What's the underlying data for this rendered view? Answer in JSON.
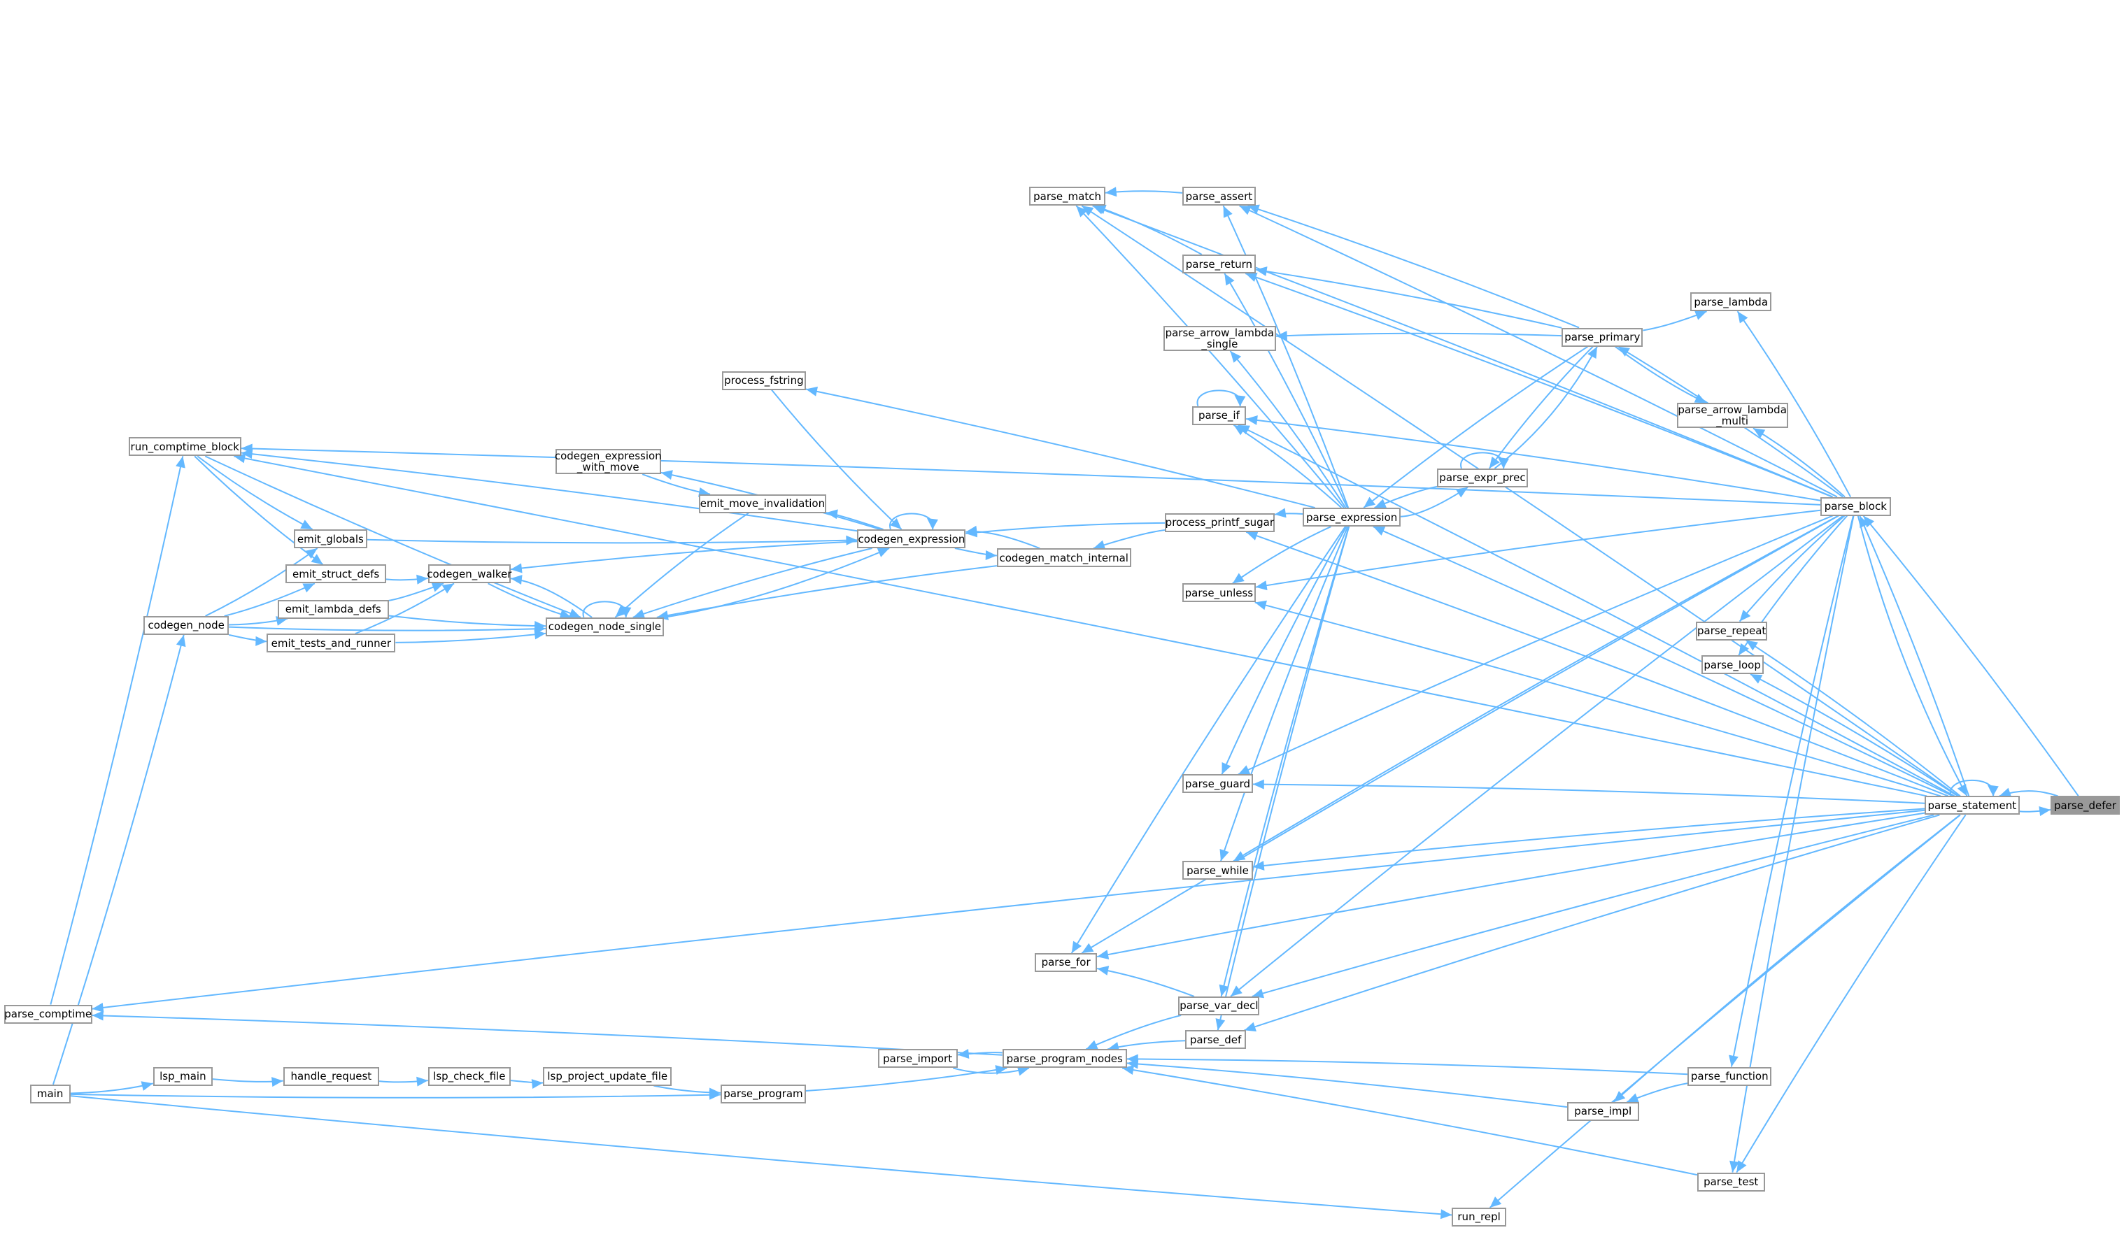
{
  "diagram": {
    "type": "caller-graph",
    "current_node": "parse_defer",
    "colors": {
      "edge": "#63b8ff",
      "node_border": "#999999",
      "current_fill": "#999999"
    },
    "nodes": [
      {
        "id": "parse_defer",
        "label": "parse_defer"
      },
      {
        "id": "parse_statement",
        "label": "parse_statement"
      },
      {
        "id": "parse_block",
        "label": "parse_block"
      },
      {
        "id": "parse_repeat",
        "label": "parse_repeat"
      },
      {
        "id": "parse_loop",
        "label": "parse_loop"
      },
      {
        "id": "parse_lambda",
        "label": "parse_lambda"
      },
      {
        "id": "parse_arrow_lambda_multi",
        "label": "parse_arrow_lambda\n_multi"
      },
      {
        "id": "parse_primary",
        "label": "parse_primary"
      },
      {
        "id": "parse_function",
        "label": "parse_function"
      },
      {
        "id": "parse_impl",
        "label": "parse_impl"
      },
      {
        "id": "parse_test",
        "label": "parse_test"
      },
      {
        "id": "run_repl",
        "label": "run_repl"
      },
      {
        "id": "parse_expression",
        "label": "parse_expression"
      },
      {
        "id": "parse_expr_prec",
        "label": "parse_expr_prec"
      },
      {
        "id": "parse_assert",
        "label": "parse_assert"
      },
      {
        "id": "parse_return",
        "label": "parse_return"
      },
      {
        "id": "parse_arrow_lambda_single",
        "label": "parse_arrow_lambda\n_single"
      },
      {
        "id": "parse_if",
        "label": "parse_if"
      },
      {
        "id": "process_printf_sugar",
        "label": "process_printf_sugar"
      },
      {
        "id": "parse_unless",
        "label": "parse_unless"
      },
      {
        "id": "parse_guard",
        "label": "parse_guard"
      },
      {
        "id": "parse_while",
        "label": "parse_while"
      },
      {
        "id": "parse_var_decl",
        "label": "parse_var_decl"
      },
      {
        "id": "parse_def",
        "label": "parse_def"
      },
      {
        "id": "parse_for",
        "label": "parse_for"
      },
      {
        "id": "parse_match",
        "label": "parse_match"
      },
      {
        "id": "codegen_match_internal",
        "label": "codegen_match_internal"
      },
      {
        "id": "process_fstring",
        "label": "process_fstring"
      },
      {
        "id": "codegen_expression_with_move",
        "label": "codegen_expression\n_with_move"
      },
      {
        "id": "emit_move_invalidation",
        "label": "emit_move_invalidation"
      },
      {
        "id": "codegen_expression",
        "label": "codegen_expression"
      },
      {
        "id": "codegen_walker",
        "label": "codegen_walker"
      },
      {
        "id": "codegen_node_single",
        "label": "codegen_node_single"
      },
      {
        "id": "emit_globals",
        "label": "emit_globals"
      },
      {
        "id": "emit_struct_defs",
        "label": "emit_struct_defs"
      },
      {
        "id": "emit_lambda_defs",
        "label": "emit_lambda_defs"
      },
      {
        "id": "emit_tests_and_runner",
        "label": "emit_tests_and_runner"
      },
      {
        "id": "codegen_node",
        "label": "codegen_node"
      },
      {
        "id": "run_comptime_block",
        "label": "run_comptime_block"
      },
      {
        "id": "parse_comptime",
        "label": "parse_comptime"
      },
      {
        "id": "main",
        "label": "main"
      },
      {
        "id": "lsp_main",
        "label": "lsp_main"
      },
      {
        "id": "handle_request",
        "label": "handle_request"
      },
      {
        "id": "lsp_check_file",
        "label": "lsp_check_file"
      },
      {
        "id": "lsp_project_update_file",
        "label": "lsp_project_update_file"
      },
      {
        "id": "parse_program",
        "label": "parse_program"
      },
      {
        "id": "parse_import",
        "label": "parse_import"
      },
      {
        "id": "parse_program_nodes",
        "label": "parse_program_nodes"
      }
    ],
    "edges": [
      [
        "parse_statement",
        "parse_defer"
      ],
      [
        "parse_defer",
        "parse_statement"
      ],
      [
        "parse_defer",
        "parse_block"
      ],
      [
        "parse_statement",
        "parse_block"
      ],
      [
        "parse_block",
        "parse_statement"
      ],
      [
        "parse_statement",
        "parse_repeat"
      ],
      [
        "parse_statement",
        "parse_loop"
      ],
      [
        "parse_block",
        "parse_repeat"
      ],
      [
        "parse_block",
        "parse_loop"
      ],
      [
        "parse_primary",
        "parse_lambda"
      ],
      [
        "parse_block",
        "parse_lambda"
      ],
      [
        "parse_primary",
        "parse_arrow_lambda_multi"
      ],
      [
        "parse_block",
        "parse_arrow_lambda_multi"
      ],
      [
        "parse_block",
        "parse_primary"
      ],
      [
        "parse_primary",
        "parse_expr_prec"
      ],
      [
        "parse_expr_prec",
        "parse_primary"
      ],
      [
        "parse_expr_prec",
        "parse_expression"
      ],
      [
        "parse_expression",
        "parse_expr_prec"
      ],
      [
        "parse_primary",
        "parse_expression"
      ],
      [
        "parse_primary",
        "parse_arrow_lambda_single"
      ],
      [
        "parse_primary",
        "parse_return"
      ],
      [
        "parse_primary",
        "parse_assert"
      ],
      [
        "parse_expression",
        "parse_assert"
      ],
      [
        "parse_expression",
        "parse_return"
      ],
      [
        "parse_expression",
        "parse_arrow_lambda_single"
      ],
      [
        "parse_expression",
        "parse_if"
      ],
      [
        "parse_expression",
        "parse_unless"
      ],
      [
        "parse_expression",
        "parse_guard"
      ],
      [
        "parse_expression",
        "parse_while"
      ],
      [
        "parse_expression",
        "parse_var_decl"
      ],
      [
        "parse_expression",
        "parse_def"
      ],
      [
        "parse_expression",
        "parse_for"
      ],
      [
        "parse_expression",
        "parse_match"
      ],
      [
        "parse_expression",
        "process_printf_sugar"
      ],
      [
        "process_printf_sugar",
        "codegen_expression"
      ],
      [
        "process_printf_sugar",
        "codegen_match_internal"
      ],
      [
        "parse_expression",
        "process_fstring"
      ],
      [
        "parse_assert",
        "parse_match"
      ],
      [
        "parse_return",
        "parse_match"
      ],
      [
        "parse_block",
        "parse_match"
      ],
      [
        "parse_statement",
        "parse_match"
      ],
      [
        "parse_block",
        "run_comptime_block"
      ],
      [
        "parse_statement",
        "run_comptime_block"
      ],
      [
        "parse_block",
        "parse_if"
      ],
      [
        "parse_statement",
        "parse_if"
      ],
      [
        "parse_block",
        "parse_return"
      ],
      [
        "parse_block",
        "parse_assert"
      ],
      [
        "parse_statement",
        "parse_expression"
      ],
      [
        "parse_statement",
        "process_printf_sugar"
      ],
      [
        "parse_statement",
        "parse_unless"
      ],
      [
        "parse_block",
        "parse_unless"
      ],
      [
        "parse_statement",
        "parse_guard"
      ],
      [
        "parse_block",
        "parse_guard"
      ],
      [
        "parse_statement",
        "parse_while"
      ],
      [
        "parse_block",
        "parse_while"
      ],
      [
        "parse_statement",
        "parse_for"
      ],
      [
        "parse_block",
        "parse_for"
      ],
      [
        "parse_statement",
        "parse_var_decl"
      ],
      [
        "parse_block",
        "parse_var_decl"
      ],
      [
        "parse_statement",
        "parse_def"
      ],
      [
        "parse_statement",
        "parse_impl"
      ],
      [
        "parse_statement",
        "parse_test"
      ],
      [
        "parse_statement",
        "run_repl"
      ],
      [
        "parse_block",
        "parse_function"
      ],
      [
        "parse_block",
        "parse_test"
      ],
      [
        "parse_function",
        "parse_impl"
      ],
      [
        "parse_function",
        "parse_program_nodes"
      ],
      [
        "parse_impl",
        "parse_program_nodes"
      ],
      [
        "parse_test",
        "parse_program_nodes"
      ],
      [
        "main",
        "lsp_main"
      ],
      [
        "lsp_main",
        "handle_request"
      ],
      [
        "handle_request",
        "lsp_check_file"
      ],
      [
        "lsp_check_file",
        "lsp_project_update_file"
      ],
      [
        "lsp_project_update_file",
        "parse_program"
      ],
      [
        "main",
        "parse_program"
      ],
      [
        "parse_program",
        "parse_program_nodes"
      ],
      [
        "parse_program_nodes",
        "parse_import"
      ],
      [
        "parse_import",
        "parse_program_nodes"
      ],
      [
        "parse_var_decl",
        "parse_program_nodes"
      ],
      [
        "parse_def",
        "parse_program_nodes"
      ],
      [
        "parse_var_decl",
        "parse_for"
      ],
      [
        "parse_program_nodes",
        "parse_comptime"
      ],
      [
        "parse_statement",
        "parse_comptime"
      ],
      [
        "parse_comptime",
        "run_comptime_block"
      ],
      [
        "main",
        "codegen_node"
      ],
      [
        "main",
        "run_repl"
      ],
      [
        "run_comptime_block",
        "emit_globals"
      ],
      [
        "run_comptime_block",
        "emit_struct_defs"
      ],
      [
        "run_comptime_block",
        "codegen_node_single"
      ],
      [
        "codegen_expression",
        "run_comptime_block"
      ],
      [
        "codegen_node",
        "emit_globals"
      ],
      [
        "codegen_node",
        "emit_struct_defs"
      ],
      [
        "codegen_node",
        "emit_lambda_defs"
      ],
      [
        "codegen_node",
        "emit_tests_and_runner"
      ],
      [
        "codegen_node",
        "codegen_node_single"
      ],
      [
        "emit_struct_defs",
        "codegen_walker"
      ],
      [
        "emit_lambda_defs",
        "codegen_walker"
      ],
      [
        "emit_tests_and_runner",
        "codegen_walker"
      ],
      [
        "emit_lambda_defs",
        "codegen_node_single"
      ],
      [
        "emit_tests_and_runner",
        "codegen_node_single"
      ],
      [
        "codegen_walker",
        "codegen_node_single"
      ],
      [
        "codegen_node_single",
        "codegen_walker"
      ],
      [
        "codegen_expression",
        "codegen_walker"
      ],
      [
        "codegen_expression",
        "codegen_node_single"
      ],
      [
        "codegen_node_single",
        "codegen_expression"
      ],
      [
        "emit_globals",
        "codegen_expression"
      ],
      [
        "codegen_expression",
        "codegen_expression_with_move"
      ],
      [
        "codegen_expression_with_move",
        "emit_move_invalidation"
      ],
      [
        "emit_move_invalidation",
        "codegen_node_single"
      ],
      [
        "codegen_expression",
        "emit_move_invalidation"
      ],
      [
        "codegen_expression",
        "codegen_match_internal"
      ],
      [
        "codegen_match_internal",
        "codegen_expression"
      ],
      [
        "codegen_match_internal",
        "codegen_node_single"
      ],
      [
        "process_fstring",
        "codegen_expression"
      ]
    ],
    "self_loops": [
      "parse_statement",
      "parse_if",
      "parse_expr_prec",
      "codegen_expression",
      "codegen_node_single"
    ]
  }
}
